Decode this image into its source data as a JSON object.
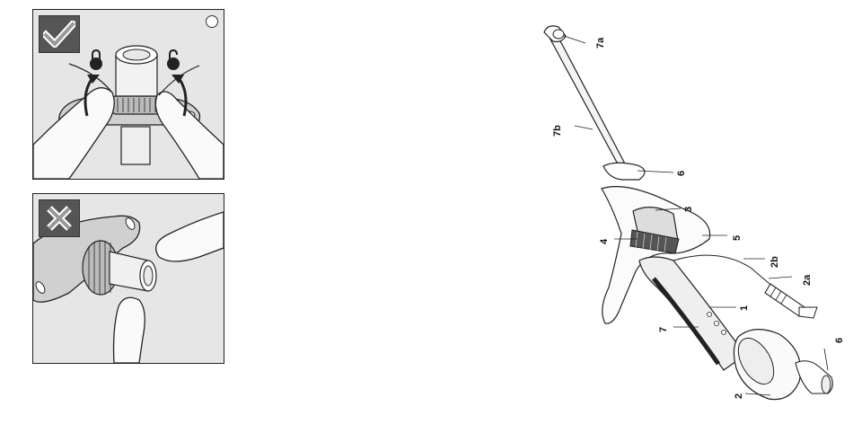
{
  "panels": {
    "correct": {
      "badge_icon": "checkmark-icon",
      "lock_icons": [
        "lock-closed-icon",
        "lock-open-icon"
      ]
    },
    "wrong": {
      "badge_icon": "cross-icon"
    }
  },
  "diagram": {
    "labels": {
      "l7a": "7a",
      "l7b": "7b",
      "l6top": "6",
      "l3": "3",
      "l4": "4",
      "l5": "5",
      "l2b": "2b",
      "l2a": "2a",
      "l1": "1",
      "l7": "7",
      "l2": "2",
      "l6bottom": "6"
    }
  }
}
